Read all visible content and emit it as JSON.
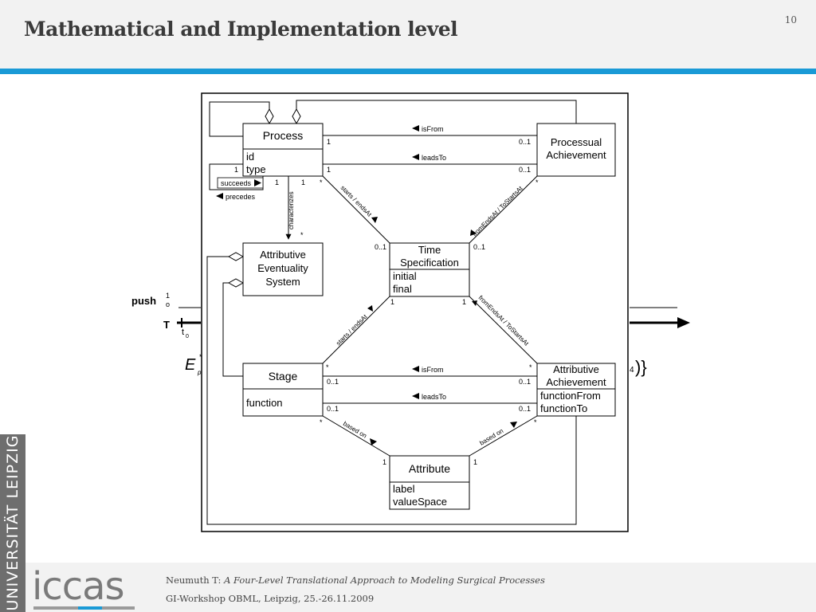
{
  "slide": {
    "title": "Mathematical and Implementation level",
    "page_number": "10"
  },
  "footer": {
    "citation_author": "Neumuth T: ",
    "citation_title": "A Four-Level Translational Approach to Modeling Surgical Processes",
    "event": "GI-Workshop OBML, Leipzig, 25.-26.11.2009"
  },
  "branding": {
    "university": "UNIVERSITÄT LEIPZIG",
    "logo": "iccas"
  },
  "background_fragments": {
    "push": "push",
    "one": "1",
    "zero": "o",
    "T": "T",
    "t0": "t",
    "t0_sub": "0",
    "E": "E",
    "E_sup": "*",
    "E_sub": "p",
    "right_fragment": "4",
    "brace": ")}"
  },
  "diagram": {
    "classes": {
      "process": {
        "name": "Process",
        "attributes": [
          "id",
          "type"
        ]
      },
      "processual_achievement": {
        "name_lines": [
          "Processual",
          "Achievement"
        ]
      },
      "attributive_eventuality_system": {
        "name_lines": [
          "Attributive",
          "Eventuality",
          "System"
        ]
      },
      "time_specification": {
        "name_lines": [
          "Time",
          "Specification"
        ],
        "attributes": [
          "initial",
          "final"
        ]
      },
      "stage": {
        "name": "Stage",
        "attributes": [
          "function"
        ]
      },
      "attributive_achievement": {
        "name_lines": [
          "Attributive",
          "Achievement"
        ],
        "attributes": [
          "functionFrom",
          "functionTo"
        ]
      },
      "attribute": {
        "name": "Attribute",
        "attributes": [
          "label",
          "valueSpace"
        ]
      }
    },
    "associations": {
      "isFrom_top": "isFrom",
      "leadsTo_top": "leadsTo",
      "succeeds": "succeeds",
      "precedes": "precedes",
      "characterizes": "characterizes",
      "starts_endsAt_top": "starts / endsAt",
      "fromEndsAt_toStartsAt_top": "fromEndsAt / ToStartsAt",
      "starts_endsAt_bottom": "starts / endsAt",
      "fromEndsAt_toStartsAt_bottom": "fromEndsAt / ToStartsAt",
      "isFrom_bottom": "isFrom",
      "leadsTo_bottom": "leadsTo",
      "based_on_left": "based on",
      "based_on_right": "based on"
    },
    "multiplicities": {
      "one": "1",
      "many": "*",
      "zero_one": "0..1"
    }
  }
}
